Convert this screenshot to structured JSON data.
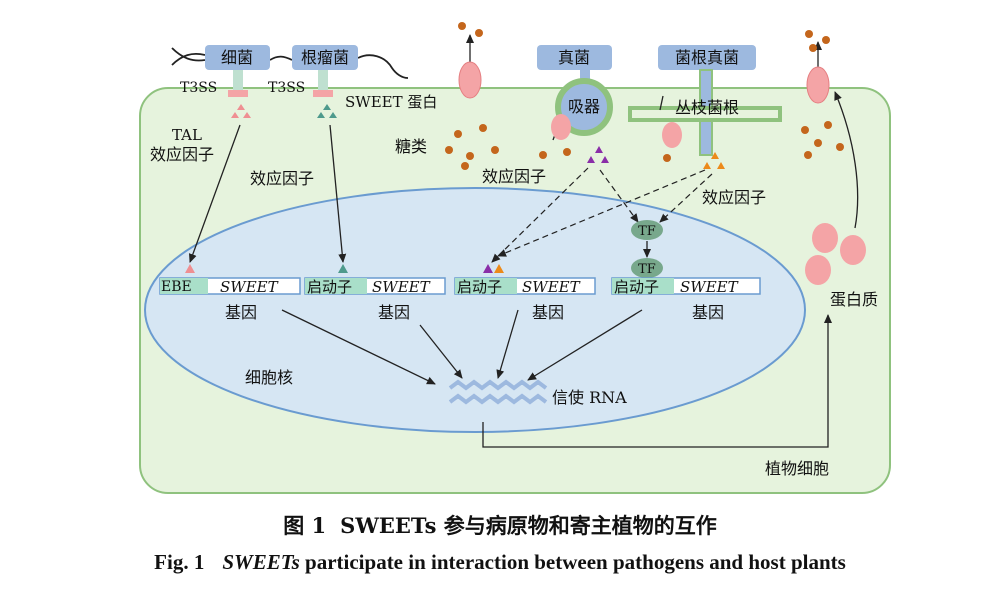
{
  "labels": {
    "bacteria": "细菌",
    "rhizobia": "根瘤菌",
    "fungi": "真菌",
    "mycorrhizal_fungi": "菌根真菌",
    "t3ss_left": "T3SS",
    "t3ss_right": "T3SS",
    "sweet_protein": "SWEET 蛋白",
    "tal_effector_line1": "TAL",
    "tal_effector_line2": "效应因子",
    "effector_rhizobia": "效应因子",
    "sugars": "糖类",
    "haustorium": "吸器",
    "arbuscule": "丛枝菌根",
    "effector_fungi": "效应因子",
    "effector_mycorrhiza": "效应因子",
    "tf_upper": "TF",
    "tf_lower": "TF",
    "ebe": "EBE",
    "gene1_name": "SWEET",
    "gene1_suffix": "基因",
    "promoter2": "启动子",
    "gene2_name": "SWEET",
    "gene2_suffix": "基因",
    "promoter3": "启动子",
    "gene3_name": "SWEET",
    "gene3_suffix": "基因",
    "promoter4": "启动子",
    "gene4_name": "SWEET",
    "gene4_suffix": "基因",
    "nucleus": "细胞核",
    "mrna": "信使 RNA",
    "protein": "蛋白质",
    "plant_cell": "植物细胞"
  },
  "caption": {
    "cn_number": "图 1",
    "cn_text": "SWEETs 参与病原物和寄主植物的互作",
    "en_number": "Fig. 1",
    "en_italic": "SWEETs",
    "en_text": "participate in interaction between pathogens and host plants"
  },
  "colors": {
    "cell_fill": "#e6f3dd",
    "cell_stroke": "#8fc27e",
    "nucleus_fill": "#d6e6f3",
    "nucleus_stroke": "#6a9bd0",
    "microbe_fill": "#9db9df",
    "sweet_protein": "#f4a4a6",
    "sugar": "#c4661c",
    "tf": "#78a88c",
    "purple_effector": "#8a2ea8",
    "orange_effector": "#ec8a1a",
    "teal_effector": "#4e9a8c",
    "pink_effector": "#ef8f92"
  }
}
